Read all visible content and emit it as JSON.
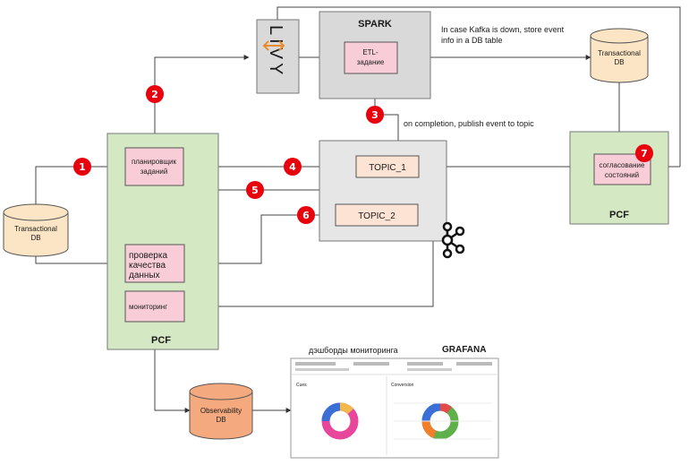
{
  "spark": {
    "title": "SPARK",
    "etl_label_1": "ETL-",
    "etl_label_2": "задание"
  },
  "livy": {
    "logo": "LIVY"
  },
  "kafka_note": {
    "line1": "In case Kafka is down, store event",
    "line2": "info in a DB table"
  },
  "completion_note": "on completion, publish event to topic",
  "topics": {
    "topic1": "TOPIC_1",
    "topic2": "TOPIC_2"
  },
  "pcf_left": {
    "label": "PCF",
    "scheduler_1": "планировщик",
    "scheduler_2": "заданий",
    "quality_1": "проверка",
    "quality_2": "качества",
    "quality_3": "данных",
    "monitoring": "мониторинг"
  },
  "pcf_right": {
    "label": "PCF",
    "reconcile_1": "согласование",
    "reconcile_2": "состояний"
  },
  "db_left": {
    "line1": "Transactional",
    "line2": "DB"
  },
  "db_right": {
    "line1": "Transactional",
    "line2": "DB"
  },
  "db_observability": {
    "line1": "Observability",
    "line2": "DB"
  },
  "grafana": {
    "title": "GRAFANA",
    "caption": "дэшборды мониторинга",
    "panel_left": "Cues",
    "panel_right": "Conversion"
  },
  "steps": [
    "1",
    "2",
    "3",
    "4",
    "5",
    "6",
    "7"
  ],
  "colors": {
    "step_red": "#e8000d",
    "pcf_green": "#d5e8c4",
    "gray_box": "#d9d9d9",
    "pink_box": "#f8cdd8",
    "peach_box": "#fde3d3",
    "obs_db_orange": "#f4a97e",
    "db_beige": "#fbe5c4"
  }
}
